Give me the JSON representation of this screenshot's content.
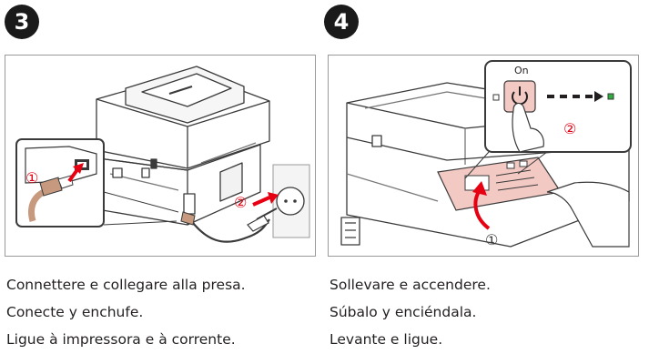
{
  "steps": [
    {
      "number": "3",
      "diagram": {
        "callout_1": "①",
        "callout_2": "②"
      },
      "captions": [
        "Connettere e collegare alla presa.",
        "Conecte y enchufe.",
        "Ligue à impressora e à corrente."
      ]
    },
    {
      "number": "4",
      "diagram": {
        "on_label": "On",
        "callout_1": "①",
        "callout_2": "②"
      },
      "captions": [
        "Sollevare e accendere.",
        "Súbalo y enciéndala.",
        "Levante e ligue."
      ]
    }
  ],
  "colors": {
    "accent_red": "#e60012",
    "power_led_green": "#2fae3f",
    "panel_button_pink": "#f3c9c4",
    "cable_tan": "#c79a7f"
  }
}
